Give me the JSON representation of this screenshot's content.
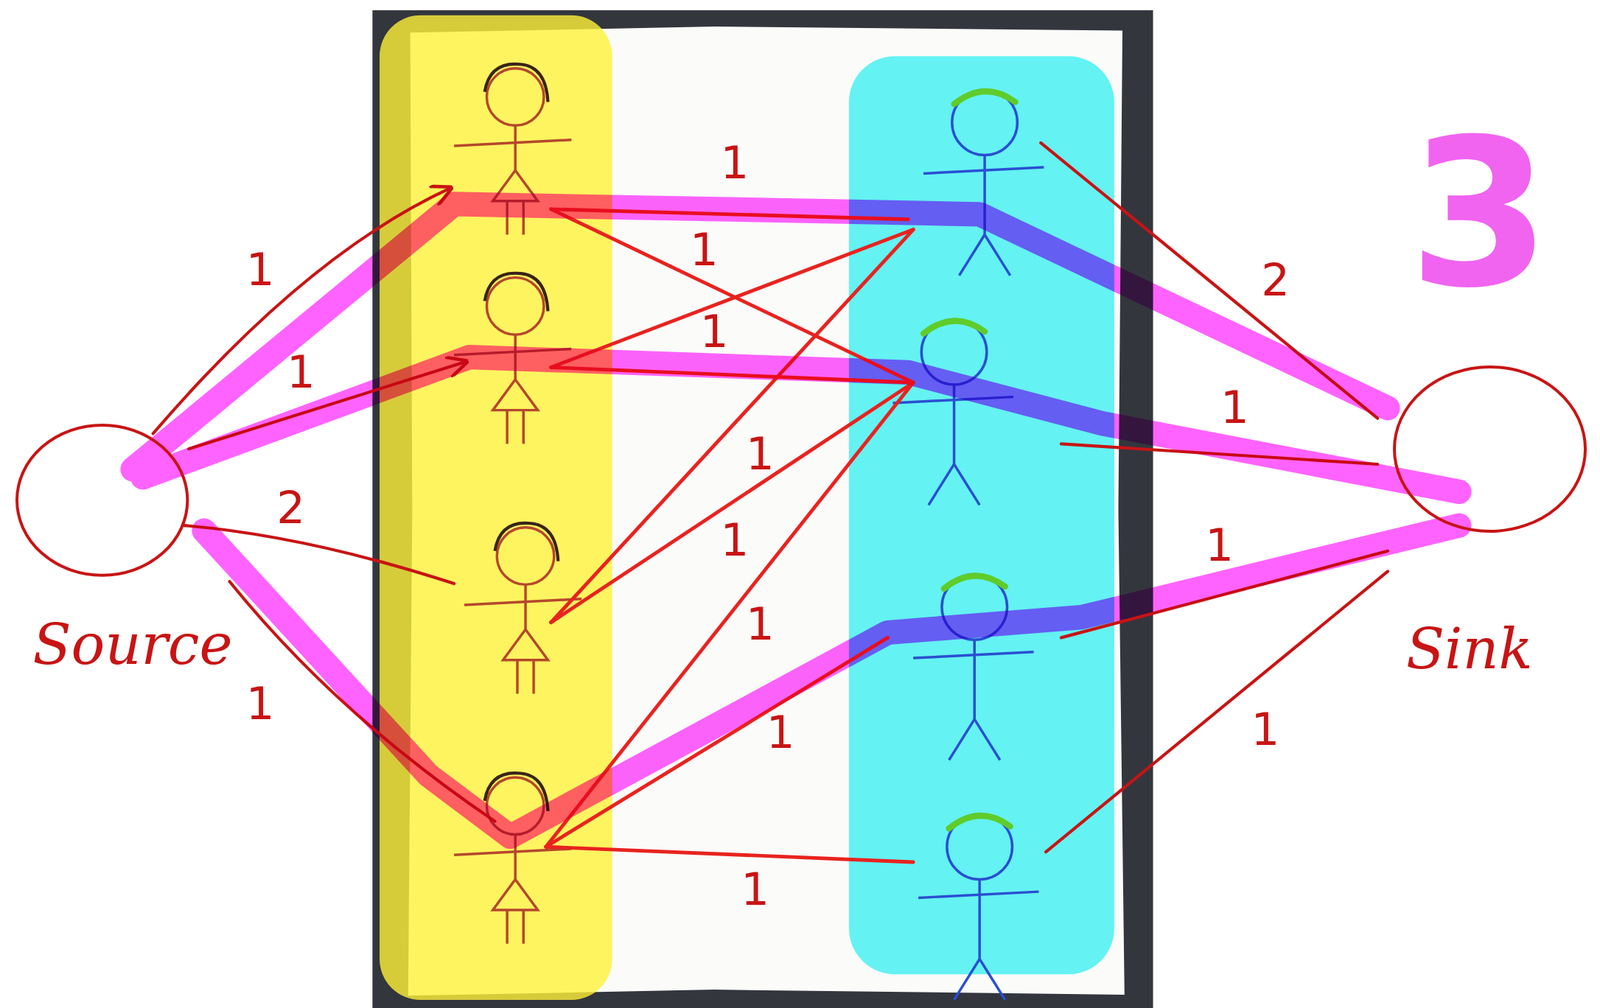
{
  "diagram": {
    "nodes": [
      {
        "text": [
          "Source"
        ]
      },
      {
        "text": [
          "Sink"
        ]
      }
    ],
    "labels": [
      "1",
      "1",
      "2",
      "1",
      "1",
      "1",
      "1",
      "1",
      "1",
      "1",
      "1",
      "1",
      "2",
      "1",
      "1",
      "1",
      "3"
    ]
  }
}
